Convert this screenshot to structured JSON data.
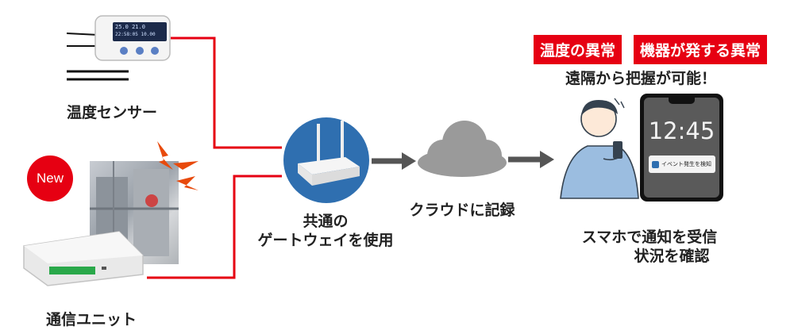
{
  "sensor": {
    "label": "温度センサー",
    "screen_line1": "25.0 21.0",
    "screen_line2": "22:58:05 10.00"
  },
  "unit": {
    "label": "通信ユニット",
    "new_badge": "New"
  },
  "gateway": {
    "label_line1": "共通の",
    "label_line2": "ゲートウェイを使用"
  },
  "cloud": {
    "label": "クラウドに記録"
  },
  "phone": {
    "time": "12:45",
    "notification": "イベント発生を検知",
    "caption_line1": "スマホで通知を受信",
    "caption_line2": "状況を確認"
  },
  "alerts": {
    "tag1": "温度の異常",
    "tag2": "機器が発する異常",
    "subtitle": "遠隔から把握が可能！"
  },
  "colors": {
    "accent": "#e60012",
    "gateway_circle": "#2f6fb0",
    "arrow": "#555555",
    "cloud": "#9a9a9a"
  }
}
